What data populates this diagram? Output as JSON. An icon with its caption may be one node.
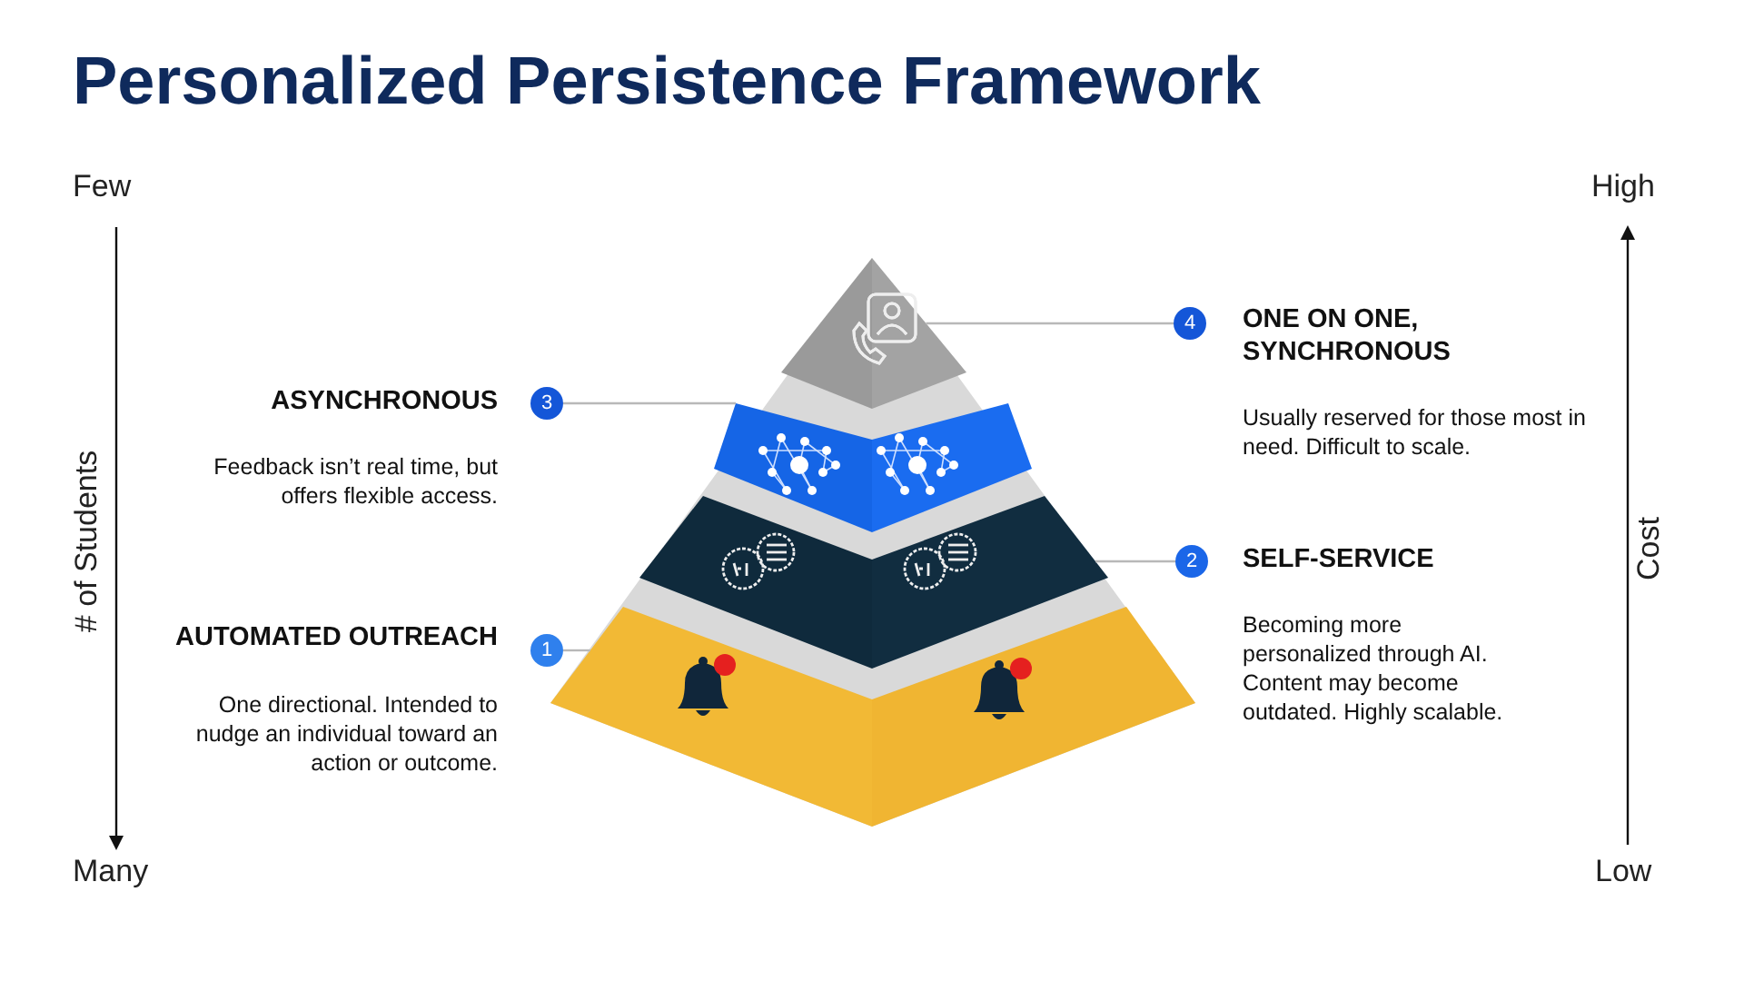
{
  "diagram": {
    "title": "Personalized Persistence Framework",
    "nodes": [
      {
        "text": [],
        "shape": "triangle"
      },
      {
        "text": [
          "4"
        ]
      },
      {
        "text": [
          "3"
        ]
      },
      {
        "text": [],
        "shape": "trapezoid"
      },
      {
        "text": [],
        "shape": "trapezoid"
      },
      {
        "text": [
          "2"
        ]
      },
      {
        "text": [
          "1"
        ]
      },
      {
        "text": [],
        "shape": "trapezoid"
      }
    ],
    "edges": [
      {
        "from": 1,
        "to": 0,
        "arrow": "none"
      },
      {
        "from": 2,
        "to": 3,
        "arrow": "none"
      },
      {
        "from": 5,
        "to": 4,
        "arrow": "none"
      },
      {
        "from": 6,
        "to": 7,
        "arrow": "none"
      }
    ],
    "labels": [
      "Few",
      "High",
      "ONE ON ONE, SYNCHRONOUS",
      "ASYNCHRONOUS",
      "Usually reserved for those most in need. Difficult to scale.",
      "Feedback isn’t real time, but offers flexible access.",
      "# of Students",
      "SELF-SERVICE",
      "Cost",
      "AUTOMATED OUTREACH",
      "Becoming more personalized through AI. Content may become outdated. Highly scalable.",
      "One directional. Intended to nudge an individual toward an action or outcome.",
      "Many",
      "Low"
    ]
  }
}
